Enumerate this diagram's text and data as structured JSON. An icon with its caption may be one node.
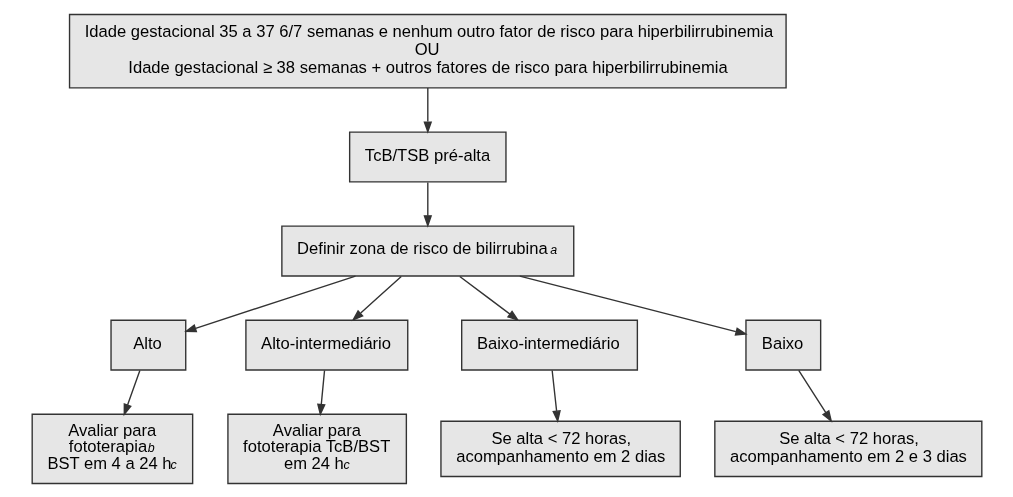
{
  "diagram": {
    "nodes": [
      {
        "text": [
          "Idade gestacional 35 a 37 6/7 semanas e nenhum outro fator de risco para hiperbilirrubinemia",
          "OU",
          "Idade gestacional ≥ 38 semanas + outros fatores de risco para hiperbilirrubinemia"
        ]
      },
      {
        "text": [
          "TcB/TSB pré-alta"
        ]
      },
      {
        "text": [
          "Definir zona de risco de bilirrubina$^{a}$"
        ]
      },
      {
        "text": [
          "Alto"
        ]
      },
      {
        "text": [
          "Alto-intermediário"
        ]
      },
      {
        "text": [
          "Baixo-intermediário"
        ]
      },
      {
        "text": [
          "Baixo"
        ]
      },
      {
        "text": [
          "Avaliar para fototerapia$^{b}$ BST em 4 a 24 h$^{c}$"
        ]
      },
      {
        "text": [
          "Avaliar para fototerapia TcB/BST em 24 h$^{c}$"
        ]
      },
      {
        "text": [
          "Se alta < 72 horas, acompanhamento em 2 dias"
        ]
      },
      {
        "text": [
          "Se alta < 72 horas, acompanhamento em 2 e 3 dias"
        ]
      }
    ],
    "edges": [
      {
        "from": 0,
        "to": 1,
        "arrow": "to"
      },
      {
        "from": 1,
        "to": 2,
        "arrow": "to"
      },
      {
        "from": 2,
        "to": 3,
        "arrow": "to"
      },
      {
        "from": 2,
        "to": 4,
        "arrow": "to"
      },
      {
        "from": 2,
        "to": 5,
        "arrow": "to"
      },
      {
        "from": 2,
        "to": 6,
        "arrow": "to"
      },
      {
        "from": 3,
        "to": 7,
        "arrow": "to"
      },
      {
        "from": 4,
        "to": 8,
        "arrow": "to"
      },
      {
        "from": 5,
        "to": 9,
        "arrow": "to"
      },
      {
        "from": 6,
        "to": 10,
        "arrow": "to"
      }
    ]
  }
}
